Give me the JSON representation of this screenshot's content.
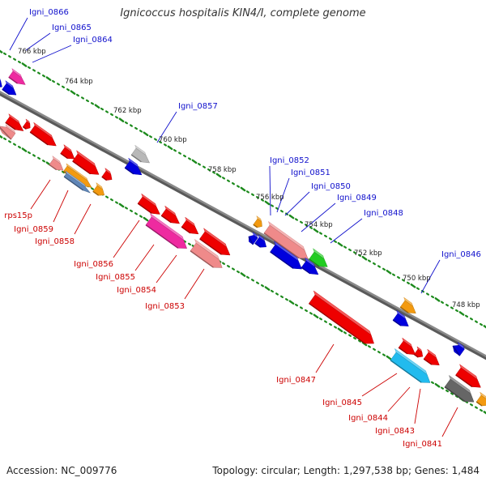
{
  "title": "Ignicoccus hospitalis KIN4/I, complete genome",
  "footer": {
    "accession": "Accession: NC_009776",
    "summary": "Topology: circular; Length: 1,297,538 bp; Genes: 1,484"
  },
  "colors": {
    "backbone": "#8a8a8a",
    "tick_dot": "#1c8a1c",
    "upper_label": "#1010cc",
    "lower_label": "#cc0000",
    "gene_red": "#ee0000",
    "gene_blue": "#0000dd",
    "gene_pink": "#ef8a8a",
    "gene_magenta": "#ee2aa0",
    "gene_orange": "#f39a10",
    "gene_green": "#22cc22",
    "gene_gray": "#b8b8b8",
    "gene_cyan": "#22bbee",
    "gene_steel": "#5f86b8",
    "gene_dark": "#666666"
  },
  "scale_labels": [
    "766 kbp",
    "764 kbp",
    "762 kbp",
    "760 kbp",
    "758 kbp",
    "756 kbp",
    "754 kbp",
    "752 kbp",
    "750 kbp",
    "748 kbp"
  ],
  "upper_labels": [
    "Igni_0866",
    "Igni_0865",
    "Igni_0864",
    "Igni_0857",
    "Igni_0852",
    "Igni_0851",
    "Igni_0850",
    "Igni_0849",
    "Igni_0848",
    "Igni_0846"
  ],
  "lower_labels": [
    "rps15p",
    "Igni_0859",
    "Igni_0858",
    "Igni_0856",
    "Igni_0855",
    "Igni_0854",
    "Igni_0853",
    "Igni_0847",
    "Igni_0845",
    "Igni_0844",
    "Igni_0843",
    "Igni_0841"
  ]
}
